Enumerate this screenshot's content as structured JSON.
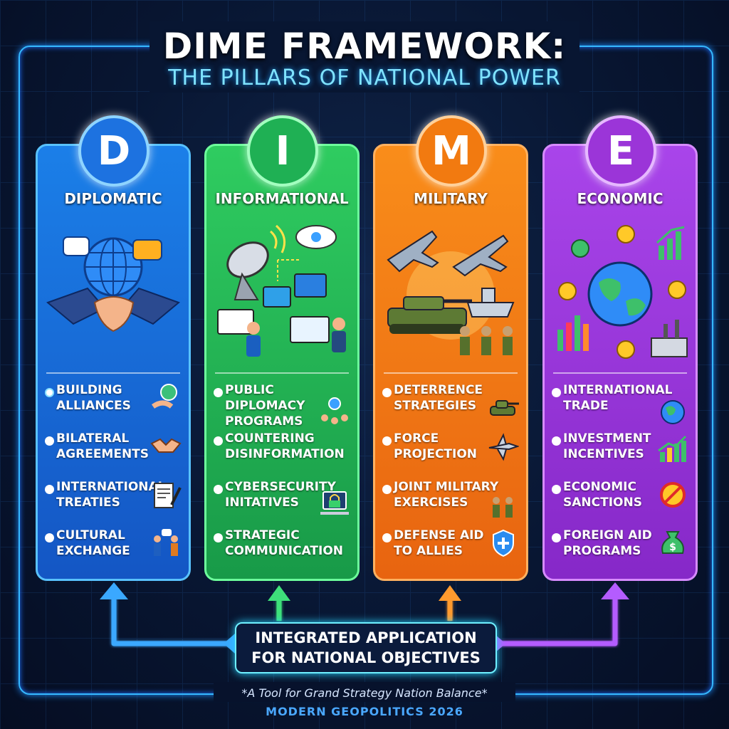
{
  "title": "DIME FRAMEWORK:",
  "subtitle": "THE PILLARS OF NATIONAL POWER",
  "pillars": [
    {
      "letter": "D",
      "name": "DIPLOMATIC",
      "color": "#1e88f0",
      "items": [
        {
          "text": "BUILDING ALLIANCES",
          "icon": "globe-handshake-icon"
        },
        {
          "text": "BILATERAL AGREEMENTS",
          "icon": "handshake-icon"
        },
        {
          "text": "INTERNATIONAL TREATIES",
          "icon": "document-pen-icon"
        },
        {
          "text": "CULTURAL EXCHANGE",
          "icon": "people-chat-icon"
        }
      ]
    },
    {
      "letter": "I",
      "name": "INFORMATIONAL",
      "color": "#22c45e",
      "items": [
        {
          "text": "PUBLIC DIPLOMACY PROGRAMS",
          "icon": "network-people-icon"
        },
        {
          "text": "COUNTERING DISINFORMATION",
          "icon": "shield-icon"
        },
        {
          "text": "CYBERSECURITY INITATIVES",
          "icon": "laptop-lock-icon"
        },
        {
          "text": "STRATEGIC COMMUNICATION",
          "icon": "broadcast-icon"
        }
      ]
    },
    {
      "letter": "M",
      "name": "MILITARY",
      "color": "#f57d12",
      "items": [
        {
          "text": "DETERRENCE STRATEGIES",
          "icon": "tank-icon"
        },
        {
          "text": "FORCE PROJECTION",
          "icon": "jet-icon"
        },
        {
          "text": "JOINT MILITARY EXERCISES",
          "icon": "soldiers-icon"
        },
        {
          "text": "DEFENSE AID TO ALLIES",
          "icon": "shield-hands-icon"
        }
      ]
    },
    {
      "letter": "E",
      "name": "ECONOMIC",
      "color": "#a23be0",
      "items": [
        {
          "text": "INTERNATIONAL TRADE",
          "icon": "globe-icon"
        },
        {
          "text": "INVESTMENT INCENTIVES",
          "icon": "chart-up-icon"
        },
        {
          "text": "ECONOMIC SANCTIONS",
          "icon": "prohibited-icon"
        },
        {
          "text": "FOREIGN AID PROGRAMS",
          "icon": "money-bag-icon"
        }
      ]
    }
  ],
  "center": {
    "line1": "INTEGRATED APPLICATION",
    "line2": "FOR NATIONAL OBJECTIVES"
  },
  "tagline": "*A Tool for Grand Strategy Nation Balance*",
  "footer": "MODERN GEOPOLITICS 2026"
}
